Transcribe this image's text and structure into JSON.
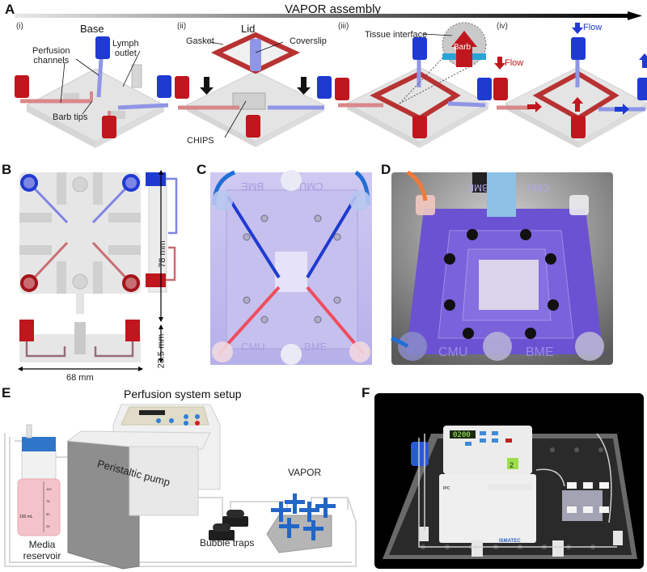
{
  "panels": {
    "A": {
      "letter": "A",
      "header": "VAPOR assembly",
      "steps": [
        {
          "roman": "(i)",
          "title": "Base",
          "labels": [
            "Perfusion",
            "channels",
            "Lymph",
            "outlet",
            "Barb tips"
          ]
        },
        {
          "roman": "(ii)",
          "title": "Lid",
          "labels": [
            "Gasket",
            "Coverslip",
            "CHIPS"
          ]
        },
        {
          "roman": "(iii)",
          "labels": [
            "Tissue interface",
            "Barb"
          ]
        },
        {
          "roman": "(iv)",
          "labels": [
            "Flow",
            "Flow"
          ]
        }
      ]
    },
    "B": {
      "letter": "B",
      "dimensions": {
        "height": "78 mm",
        "depth": "23.5 mm",
        "width": "68 mm"
      }
    },
    "C": {
      "letter": "C",
      "engraving": [
        "CMU",
        "BME"
      ]
    },
    "D": {
      "letter": "D",
      "engraving": [
        "CMU",
        "BME"
      ]
    },
    "E": {
      "letter": "E",
      "title": "Perfusion system setup",
      "labels": {
        "pump": "Peristaltic pump",
        "reservoir_1": "Media",
        "reservoir_2": "reservoir",
        "traps": "Bubble traps",
        "vapor": "VAPOR"
      },
      "bottle": {
        "volume": "100 mL",
        "ticks": [
          "100",
          "75",
          "50",
          "25"
        ]
      }
    },
    "F": {
      "letter": "F",
      "pump_display": "0200",
      "pump_brand": "ISMATEC",
      "pump_model": "IPC",
      "channel_tag": "2"
    }
  },
  "colors": {
    "red": "#c0161d",
    "blue": "#1f3ad1",
    "gasket": "#b83232",
    "purple": "#8a7ae0",
    "black": "#000000"
  }
}
